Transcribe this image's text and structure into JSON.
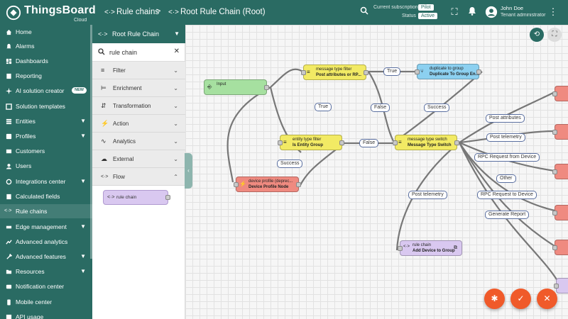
{
  "header": {
    "logo_name": "ThingsBoard",
    "logo_sub": "Cloud",
    "crumb_1": "Rule chains",
    "crumb_sep": ">",
    "crumb_2": "Root Rule Chain (Root)",
    "subscription_label": "Current subscription",
    "subscription_value": "Pilot",
    "status_label": "Status",
    "status_value": "Active",
    "user_name": "John Doe",
    "user_role": "Tenant administrator"
  },
  "sidebar": {
    "items": [
      {
        "label": "Home",
        "icon": "home-icon"
      },
      {
        "label": "Alarms",
        "icon": "bell-icon"
      },
      {
        "label": "Dashboards",
        "icon": "dashboard-icon"
      },
      {
        "label": "Reporting",
        "icon": "report-icon"
      },
      {
        "label": "AI solution creator",
        "icon": "sparkle-icon",
        "badge": "NEW"
      },
      {
        "label": "Solution templates",
        "icon": "template-icon"
      },
      {
        "label": "Entities",
        "icon": "entities-icon"
      },
      {
        "label": "Profiles",
        "icon": "profiles-icon"
      },
      {
        "label": "Customers",
        "icon": "customers-icon"
      },
      {
        "label": "Users",
        "icon": "users-icon"
      },
      {
        "label": "Integrations center",
        "icon": "integrations-icon"
      },
      {
        "label": "Calculated fields",
        "icon": "calculator-icon"
      },
      {
        "label": "Rule chains",
        "icon": "rule-chain-icon"
      },
      {
        "label": "Edge management",
        "icon": "edge-icon"
      },
      {
        "label": "Advanced analytics",
        "icon": "analytics-icon"
      },
      {
        "label": "Advanced features",
        "icon": "wrench-icon"
      },
      {
        "label": "Resources",
        "icon": "folder-icon"
      },
      {
        "label": "Notification center",
        "icon": "notification-icon"
      },
      {
        "label": "Mobile center",
        "icon": "mobile-icon"
      },
      {
        "label": "API usage",
        "icon": "api-icon"
      }
    ]
  },
  "library": {
    "title": "Root Rule Chain",
    "search_value": "rule chain",
    "categories": [
      "Filter",
      "Enrichment",
      "Transformation",
      "Action",
      "Analytics",
      "External",
      "Flow"
    ],
    "node_label": "rule chain"
  },
  "canvas": {
    "nodes": {
      "input": {
        "l1": "Input"
      },
      "msg_filter": {
        "l1": "message type filter",
        "l2": "Post attributes or RP..."
      },
      "duplicate": {
        "l1": "duplicate to group",
        "l2": "Duplicate To Group En..."
      },
      "entity_filter": {
        "l1": "entity type filter",
        "l2": "Is Entity Group"
      },
      "switch": {
        "l1": "message type switch",
        "l2": "Message Type Switch"
      },
      "device_profile": {
        "l1": "device profile (deprec...",
        "l2": "Device Profile Node"
      },
      "rule_chain": {
        "l1": "rule chain",
        "l2": "Add Device to Group"
      }
    },
    "edges": {
      "true_1": "True",
      "true_2": "True",
      "false_1": "False",
      "false_2": "False",
      "success_1": "Success",
      "success_2": "Success",
      "post_attributes": "Post attributes",
      "post_telemetry_1": "Post telemetry",
      "rpc_from_device": "RPC Request from Device",
      "other": "Other",
      "rpc_to_device": "RPC Request to Device",
      "generate_report": "Generate Report",
      "post_telemetry_2": "Post telemetry"
    }
  },
  "colors": {
    "primary": "#2a6b63",
    "accent": "#f05a2a"
  }
}
